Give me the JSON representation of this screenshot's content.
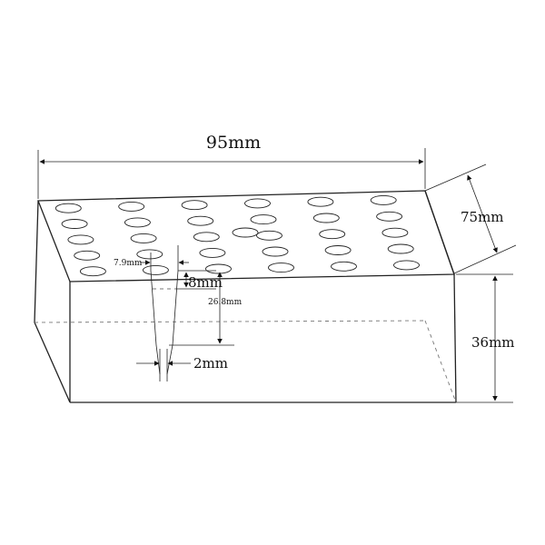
{
  "diagram": {
    "dimensions": {
      "length": "95mm",
      "width": "75mm",
      "height": "36mm",
      "hole_diameter": "7.9mm",
      "hole_top_depth": "8mm",
      "hole_depth": "26.8mm",
      "hole_bottom": "2mm"
    },
    "rack": {
      "rows": 5,
      "cols": 6
    },
    "colors": {
      "line": "#222222",
      "hidden_line": "#777777",
      "background": "#ffffff"
    }
  }
}
